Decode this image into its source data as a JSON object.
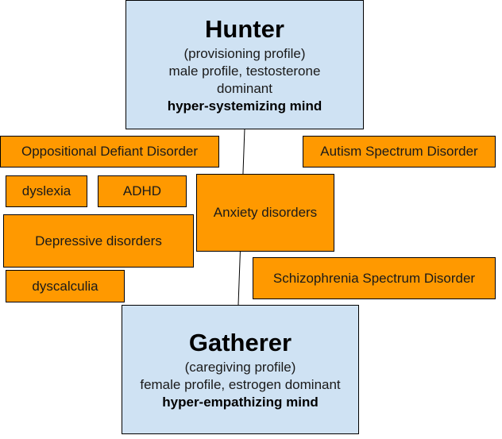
{
  "hunter": {
    "title": "Hunter",
    "lines": [
      "(provisioning profile)",
      "male profile, testosterone",
      "dominant"
    ],
    "emphasis": "hyper-systemizing mind"
  },
  "gatherer": {
    "title": "Gatherer",
    "lines": [
      "(caregiving profile)",
      "female profile, estrogen dominant"
    ],
    "emphasis": "hyper-empathizing mind"
  },
  "disorders": {
    "odd": "Oppositional Defiant Disorder",
    "autism": "Autism Spectrum Disorder",
    "dyslexia": "dyslexia",
    "adhd": "ADHD",
    "anxiety": "Anxiety disorders",
    "depressive": "Depressive disorders",
    "schizophrenia": "Schizophrenia Spectrum Disorder",
    "dyscalculia": "dyscalculia"
  },
  "colors": {
    "profile_fill": "#cfe2f3",
    "disorder_fill": "#ff9900",
    "border": "#000000"
  }
}
